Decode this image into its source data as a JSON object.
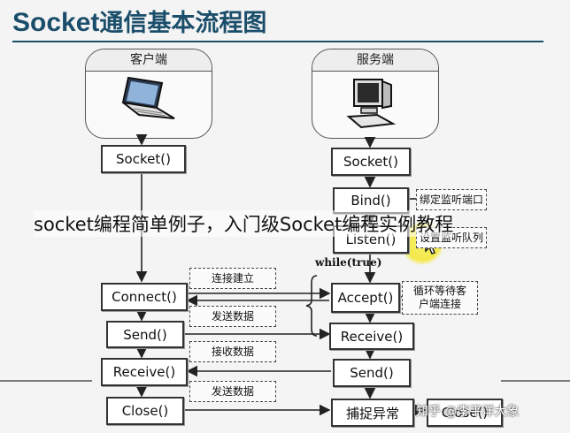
{
  "title": {
    "en": "Socket",
    "zh": "通信基本流程图"
  },
  "client": {
    "header": "客户端",
    "boxes": {
      "socket": "Socket()",
      "connect": "Connect()",
      "send": "Send()",
      "receive": "Receive()",
      "close": "Close()"
    }
  },
  "server": {
    "header": "服务端",
    "boxes": {
      "socket": "Socket()",
      "bind": "Bind()",
      "listen": "Listen()",
      "accept": "Accept()",
      "receive": "Receive()",
      "send": "Send()",
      "catch": "捕捉异常",
      "close": "Close()"
    },
    "notes": {
      "bind": "绑定监听端口",
      "listen": "设置监听队列",
      "accept": "循环等待客户端连接"
    },
    "loop_label": "while(true)"
  },
  "messages": {
    "connect": "连接建立",
    "send": "发送数据",
    "receive": "接收数据",
    "close": "发送数据"
  },
  "overlay_caption": "socket编程简单例子，入门级Socket编程实例教程",
  "watermark": "知乎 @李平洋大象",
  "colors": {
    "title": "#1b4e6b",
    "highlight": "#f3e94a"
  }
}
